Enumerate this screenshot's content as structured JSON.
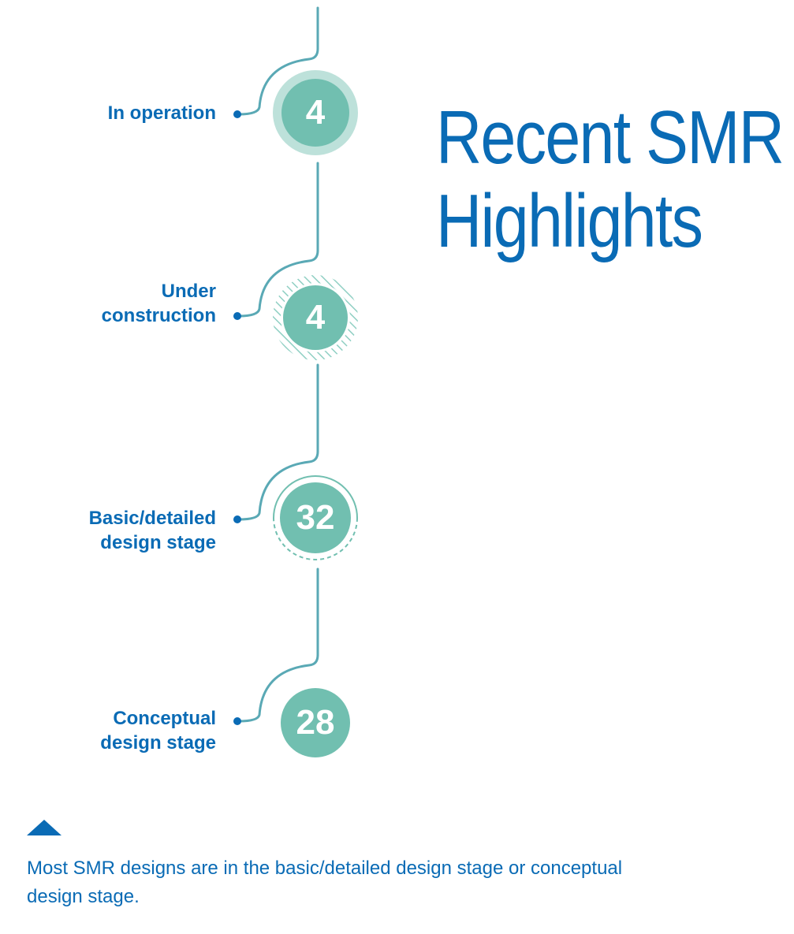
{
  "title": {
    "line1": "Recent SMR",
    "line2": "Highlights"
  },
  "stages": [
    {
      "label_lines": [
        "In operation"
      ],
      "value": "4",
      "ring": "solid-halo"
    },
    {
      "label_lines": [
        "Under",
        "construction"
      ],
      "value": "4",
      "ring": "hatched"
    },
    {
      "label_lines": [
        "Basic/detailed",
        "design stage"
      ],
      "value": "32",
      "ring": "thin-dashed"
    },
    {
      "label_lines": [
        "Conceptual",
        "design stage"
      ],
      "value": "28",
      "ring": "none"
    }
  ],
  "footnote": {
    "icon": "triangle-up-icon",
    "text": "Most SMR designs are in the basic/detailed design stage or conceptual design stage."
  },
  "colors": {
    "blue": "#0a6bb5",
    "teal": "#71bfb0",
    "teal_light": "#bde1da",
    "line": "#5aa9b5"
  }
}
